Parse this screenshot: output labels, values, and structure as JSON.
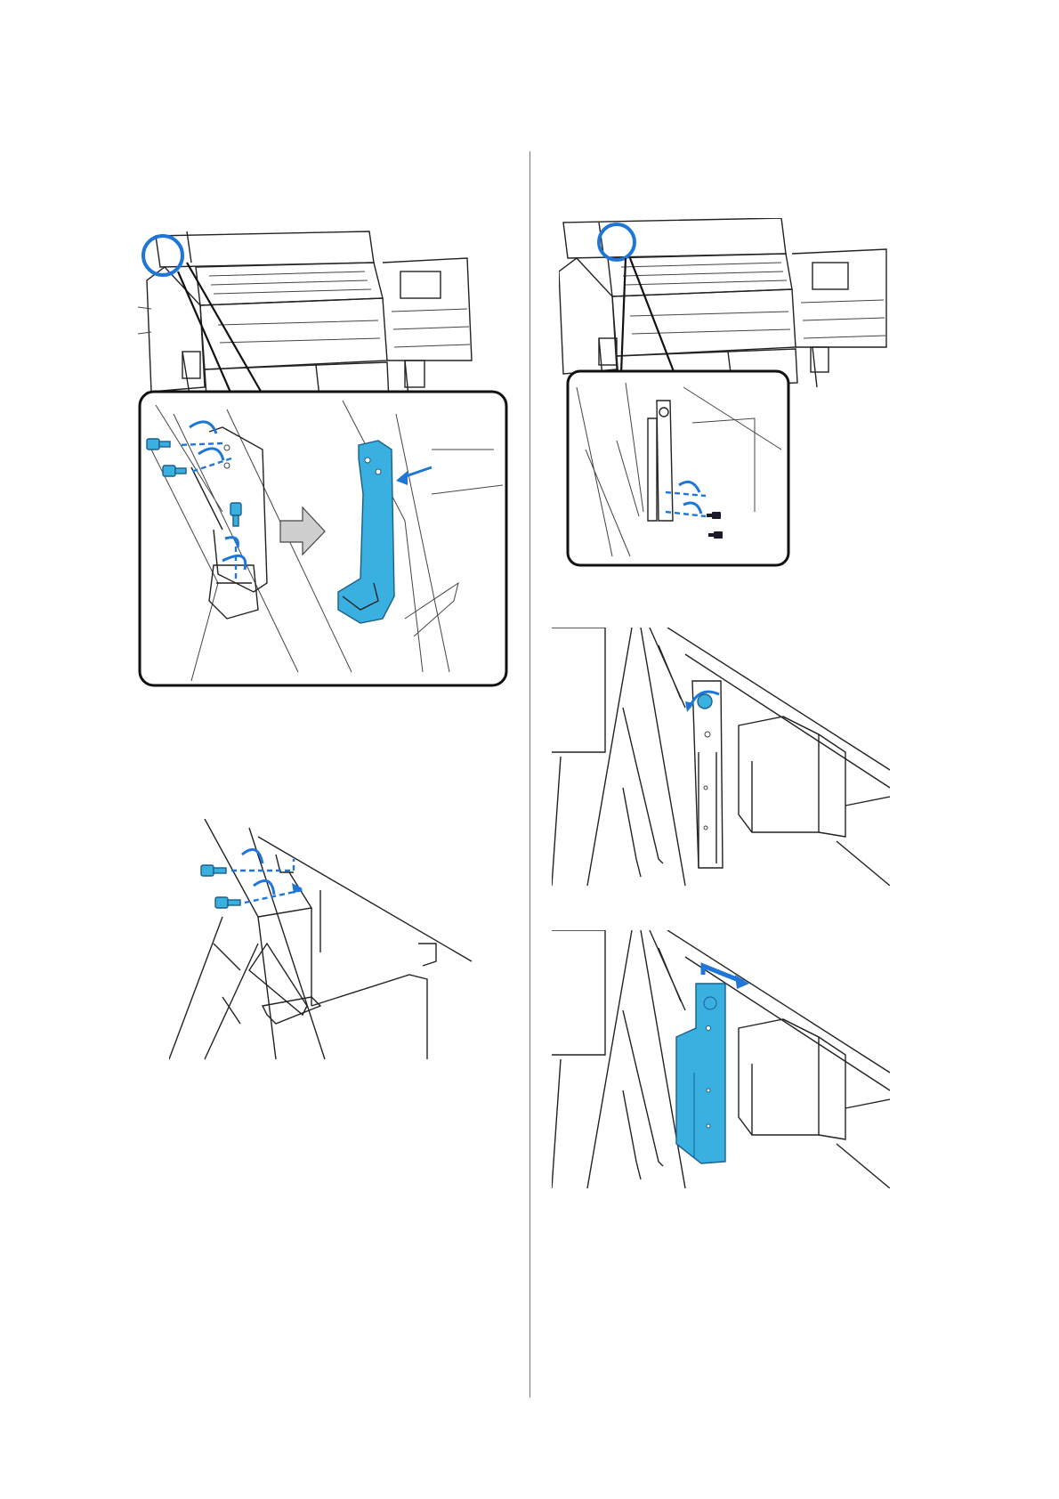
{
  "page": {
    "accent_color": "#3ab0e0",
    "arrow_color": "#1e77d6",
    "figures": [
      {
        "name": "fig-printer-left-callout",
        "description_icon": "printer-with-zoom-callout-icon"
      },
      {
        "name": "fig-screws-left",
        "description_icon": "bracket-screws-icon"
      },
      {
        "name": "fig-printer-right-callout",
        "description_icon": "printer-with-zoom-callout-icon"
      },
      {
        "name": "fig-loosen-screw-right",
        "description_icon": "screw-loosen-icon"
      },
      {
        "name": "fig-slide-bracket-right",
        "description_icon": "bracket-slide-icon"
      }
    ]
  }
}
